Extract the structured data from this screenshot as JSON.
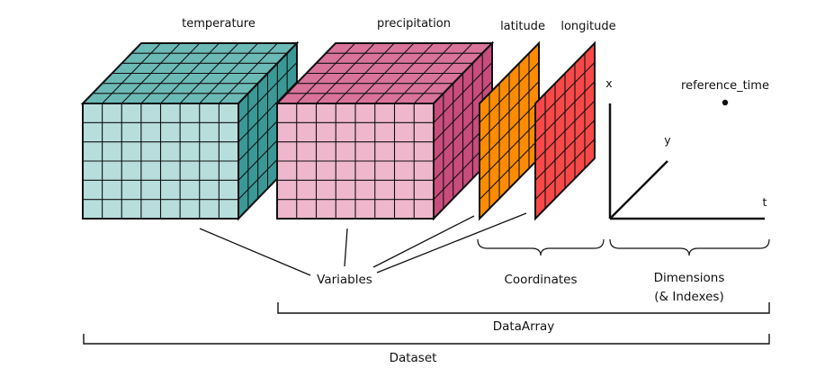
{
  "variables": {
    "temperature": "temperature",
    "precipitation": "precipitation"
  },
  "coordinates": {
    "latitude": "latitude",
    "longitude": "longitude"
  },
  "dimensions": {
    "x": "x",
    "y": "y",
    "t": "t",
    "reference_time": "reference_time"
  },
  "groups": {
    "variables": "Variables",
    "coordinates": "Coordinates",
    "dimensions_line1": "Dimensions",
    "dimensions_line2": "(& Indexes)",
    "dataarray": "DataArray",
    "dataset": "Dataset"
  },
  "colors": {
    "temperature_front": "#b7dedd",
    "temperature_top": "#6cbab6",
    "temperature_side": "#3a9996",
    "precipitation_front": "#efb7cc",
    "precipitation_top": "#d9739a",
    "precipitation_side": "#c84c7c",
    "latitude": "#ff8c00",
    "longitude": "#f84848",
    "line": "#111111"
  }
}
